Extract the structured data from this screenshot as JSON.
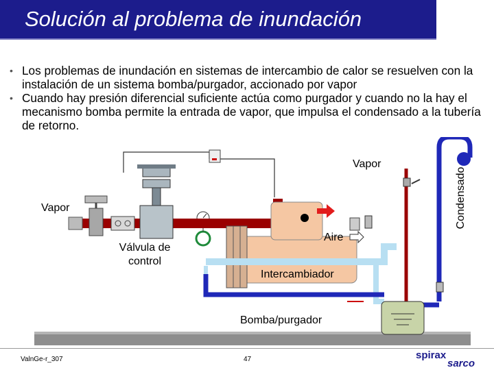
{
  "title": "Solución al problema de inundación",
  "bullets": [
    "Los problemas de inundación en sistemas de intercambio de calor se resuelven con la instalación de un sistema bomba/purgador, accionado por vapor",
    "Cuando hay presión diferencial suficiente actúa como purgador y cuando no la hay el mecanismo bomba permite la entrada de vapor, que impulsa el condensado a la tubería de retorno."
  ],
  "diagram": {
    "labels": {
      "steam_top": "Vapor",
      "steam_left": "Vapor",
      "condensate": "Condensado",
      "air": "Aire",
      "control_valve": "Válvula de control",
      "exchanger": "Intercambiador",
      "pump_trap": "Bomba/purgador"
    },
    "colors": {
      "steam": "#9a0000",
      "condensate": "#b8dff2",
      "return_line": "#1f28b8",
      "exchanger": "#f5c7a3",
      "arrow": "#e21c1c"
    }
  },
  "footer": {
    "code": "ValnGe-r_307",
    "page": "47",
    "logo_top": "spirax",
    "logo_bottom": "sarco"
  }
}
